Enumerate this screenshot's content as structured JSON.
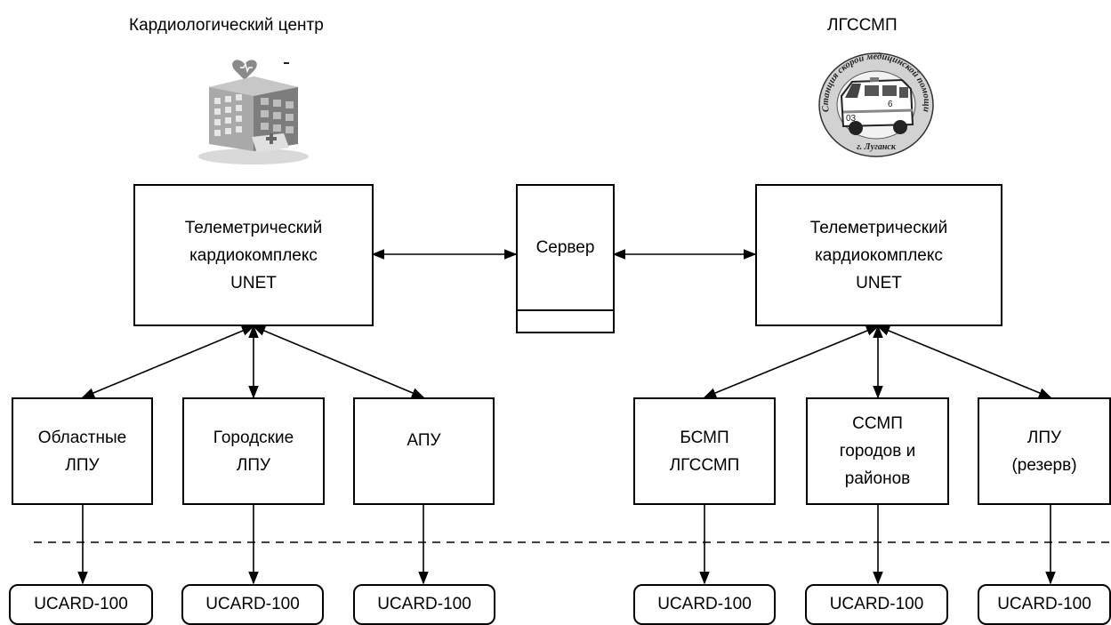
{
  "titles": {
    "left": "Кардиологический центр",
    "right": "ЛГССМП"
  },
  "logo": {
    "caption_top": "Станция скорой медицинской помощи",
    "caption_bottom": "г. Луганск",
    "van_number_left": "03",
    "van_number_right": "6"
  },
  "centers": {
    "left": "Телеметрический\nкардиокомплекс\nUNET",
    "server": "Сервер",
    "right": "Телеметрический\nкардиокомплекс\nUNET"
  },
  "nodes": {
    "oblastnye": "Областные\nЛПУ",
    "gorodskie": "Городские\nЛПУ",
    "apu": "АПУ",
    "bsmp": "БСМП\nЛГССМП",
    "ssmp": "ССМП\nгородов и\nрайонов",
    "lpu_rezerv": "ЛПУ\n(резерв)"
  },
  "devices": {
    "d1": "UCARD-100",
    "d2": "UCARD-100",
    "d3": "UCARD-100",
    "d4": "UCARD-100",
    "d5": "UCARD-100",
    "d6": "UCARD-100"
  }
}
